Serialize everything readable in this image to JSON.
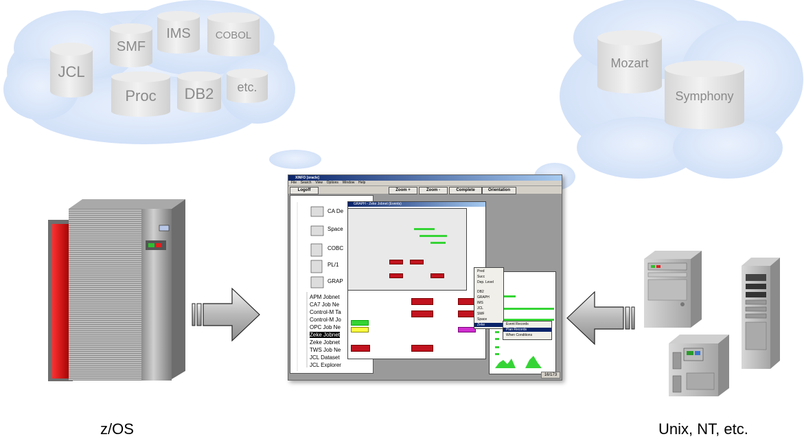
{
  "clouds": {
    "left": {
      "cylinders": [
        {
          "label": "JCL"
        },
        {
          "label": "SMF"
        },
        {
          "label": "IMS"
        },
        {
          "label": "COBOL"
        },
        {
          "label": "Proc"
        },
        {
          "label": "DB2"
        },
        {
          "label": "etc."
        }
      ]
    },
    "right": {
      "cylinders": [
        {
          "label": "Mozart"
        },
        {
          "label": "Symphony"
        }
      ]
    }
  },
  "captions": {
    "left": "z/OS",
    "right": "Unix, NT, etc."
  },
  "screenshot": {
    "title": "XINFO [oracle]",
    "menu": [
      "File",
      "Search",
      "View",
      "Options",
      "Window",
      "Help"
    ],
    "toolbar": [
      "Logoff",
      "Zoom +",
      "Zoom -",
      "Complete",
      "Orientation"
    ],
    "tree_items_icons": [
      "CA De",
      "Space",
      "COBC",
      "PL/1",
      "GRAP"
    ],
    "tree_items": [
      "APM Jobnet",
      "CA7 Job Ne",
      "Control-M Ta",
      "Control-M Jo",
      "OPC Job Ne",
      "Zeke Jobnet",
      "Zeke Jobnet",
      "TWS Job Ne",
      "JCL Dataset",
      "JCL Explorer"
    ],
    "selected_index": 5,
    "graph_window_title": "GRAPH - Zeke Jobnet (Events)",
    "context_menu": [
      "Pred",
      "Succ",
      "Dep. Level",
      "DB2",
      "GRAPH",
      "IMS",
      "JCL",
      "SMF",
      "Space",
      "Zeke"
    ],
    "submenu": [
      "Event Records",
      "Plan Records",
      "When Conditions"
    ],
    "submenu_highlight": 1,
    "status": "16/173"
  },
  "colors": {
    "cloud": "#dde9fb",
    "cylinder": "#e6e6e6",
    "arrow": "#c9c9c9",
    "mainframe_red": "#d10000"
  }
}
